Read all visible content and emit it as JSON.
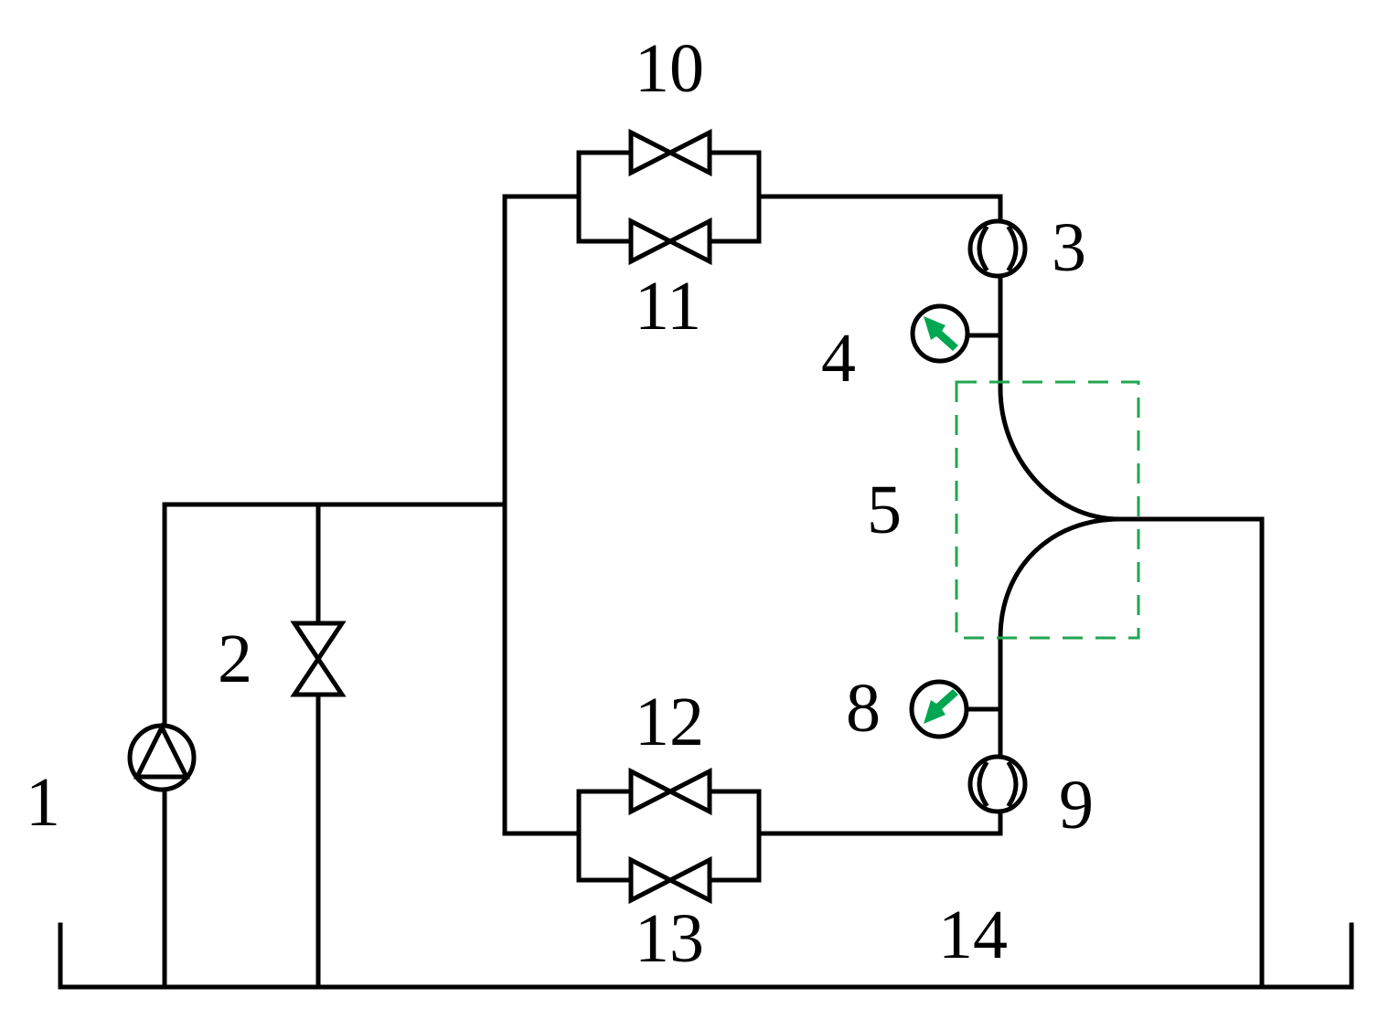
{
  "diagram": {
    "labels": {
      "pump": "1",
      "bypass_valve": "2",
      "flowmeter_top": "3",
      "gauge_top": "4",
      "test_section": "5",
      "gauge_bottom": "8",
      "flowmeter_bottom": "9",
      "valve_10": "10",
      "valve_11": "11",
      "valve_12": "12",
      "valve_13": "13",
      "tank": "14"
    },
    "colors": {
      "line": "#000000",
      "gauge_arrow": "#00a650",
      "test_section_box": "#22a550"
    }
  }
}
